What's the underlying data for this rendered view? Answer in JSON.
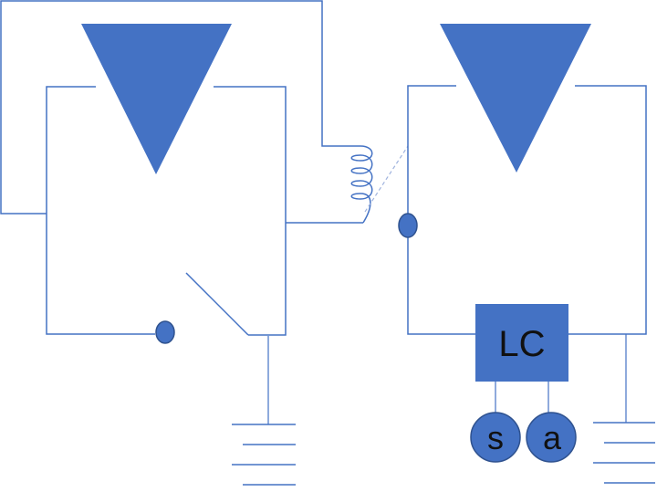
{
  "diagram": {
    "lc_block": {
      "label": "LC"
    },
    "terminals": [
      {
        "label": "s"
      },
      {
        "label": "a"
      }
    ],
    "colors": {
      "primary": "#4472c4",
      "outline": "#2f528f",
      "wire": "#4472c4",
      "text": "#111111",
      "background": "#ffffff"
    }
  }
}
